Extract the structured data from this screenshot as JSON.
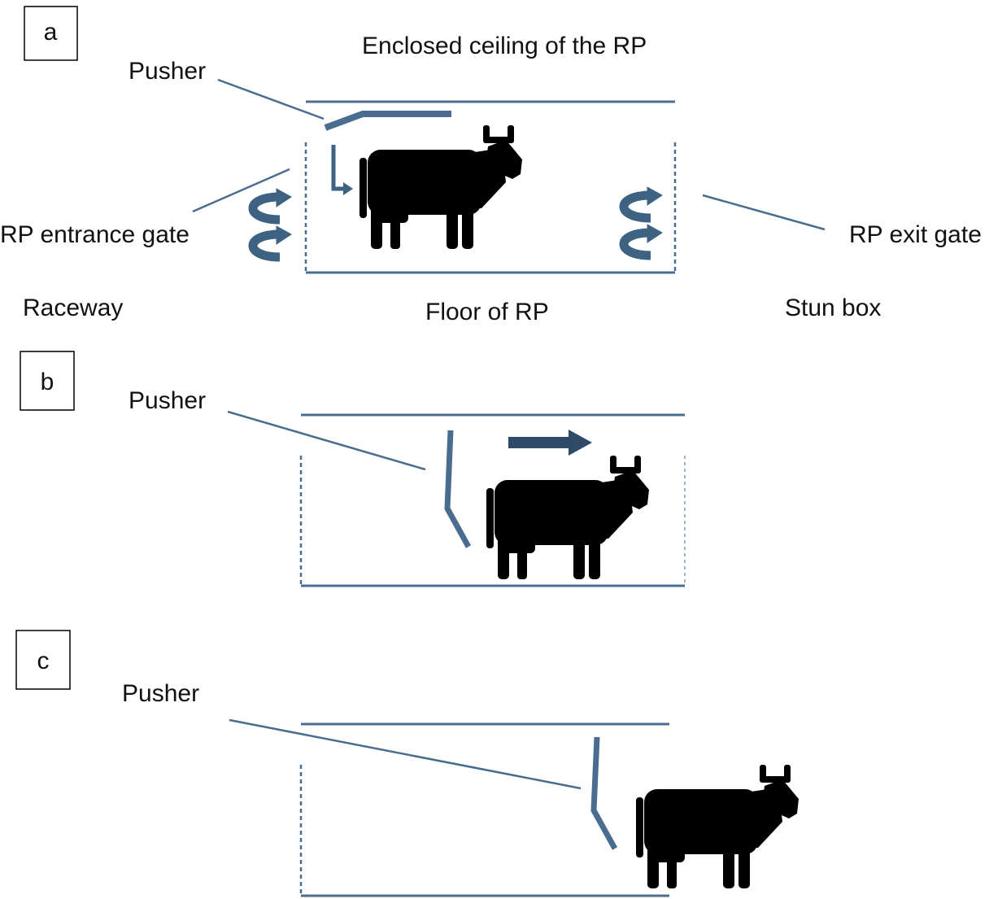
{
  "panels": {
    "a": {
      "letter": "a",
      "pusher_label": "Pusher",
      "ceiling_label": "Enclosed ceiling of the RP",
      "entrance_label": "RP entrance gate",
      "exit_label": "RP exit gate",
      "raceway_label": "Raceway",
      "floor_label": "Floor of RP",
      "stunbox_label": "Stun box"
    },
    "b": {
      "letter": "b",
      "pusher_label": "Pusher"
    },
    "c": {
      "letter": "c",
      "pusher_label": "Pusher"
    }
  },
  "colors": {
    "line": "#4a6d8f",
    "arrow_fill": "#3e6282",
    "arrow_dark": "#2e4a66",
    "cow": "#000000",
    "text": "#111111"
  },
  "icons": [
    "cow-icon",
    "curved-arrow-icon",
    "right-arrow-icon",
    "down-arrow-icon"
  ]
}
